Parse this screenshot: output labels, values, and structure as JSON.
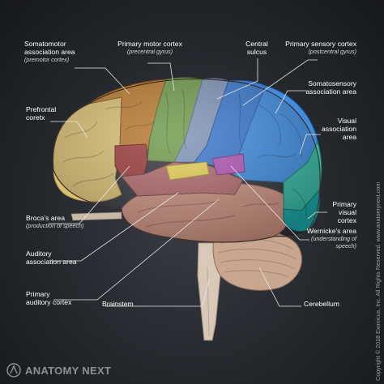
{
  "labels": {
    "somatomotor": {
      "title": "Somatomotor association area",
      "line1": "Somatomotor",
      "line2": "association area",
      "sub": "(premotor cortex)"
    },
    "primary_motor": {
      "title": "Primary motor cortex",
      "sub": "(precentral gyrus)"
    },
    "central_sulcus": {
      "line1": "Central",
      "line2": "sulcus"
    },
    "primary_sensory": {
      "title": "Primary sensory cortex",
      "sub": "(postcentral gyrus)"
    },
    "somatosensory": {
      "line1": "Somatosensory",
      "line2": "association area"
    },
    "prefrontal": {
      "line1": "Prefrontal",
      "line2": "coretx"
    },
    "visual_association": {
      "line1": "Visual",
      "line2": "association",
      "line3": "area"
    },
    "brocas": {
      "title": "Broca's area",
      "sub": "(production of speech)"
    },
    "primary_visual": {
      "line1": "Primary",
      "line2": "visual",
      "line3": "cortex"
    },
    "auditory_association": {
      "line1": "Auditory",
      "line2": "association area"
    },
    "wernickes": {
      "title": "Wernicke's area",
      "sub1": "(understanding of",
      "sub2": "speech)"
    },
    "primary_auditory": {
      "line1": "Primary",
      "line2": "auditory cortex"
    },
    "brainstem": {
      "title": "Brainstem"
    },
    "cerebellum": {
      "title": "Cerebellum"
    }
  },
  "copyright": "Copyright © 2018 Exonicus, Inc. All Rights Reserved. www.anatomynext.com",
  "brand": "ANATOMY NEXT",
  "colors": {
    "prefrontal": "#d9bf72",
    "somatomotor": "#b8782e",
    "primary_motor": "#6f9a4a",
    "central_sulcus": "#7f93b8",
    "primary_sensory": "#3a78cf",
    "somatosensory": "#3f8de0",
    "visual_association": "#34b8a0",
    "primary_visual": "#1aa6a6",
    "brocas": "#9c3a3a",
    "auditory": "#b06a6a",
    "wernickes": "#b257b6",
    "temporal": "#c98f7e",
    "cerebellum": "#c9a690",
    "brainstem": "#d8c8b8"
  }
}
